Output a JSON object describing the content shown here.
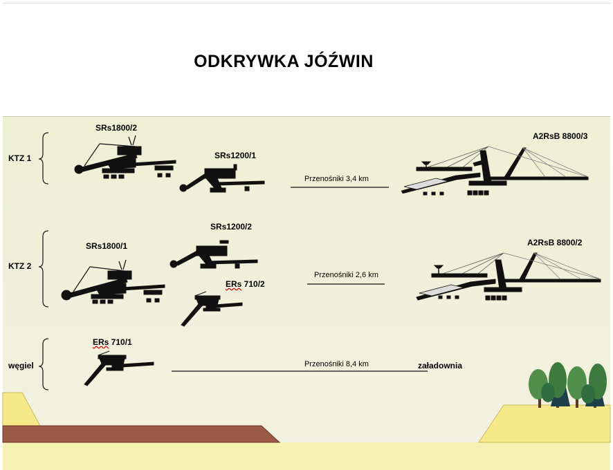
{
  "title": "ODKRYWKA JÓŹWIN",
  "groups": {
    "ktz1": "KTZ 1",
    "ktz2": "KTZ 2",
    "coal": "węgiel"
  },
  "machines": {
    "srs1800_2": "SRs1800/2",
    "srs1200_1": "SRs1200/1",
    "a2rsb_8800_3": "A2RsB 8800/3",
    "srs1200_2": "SRs1200/2",
    "srs1800_1": "SRs1800/1",
    "ers710_2_prefix": "ERs",
    "ers710_2_suffix": " 710/2",
    "a2rsb_8800_2": "A2RsB 8800/2",
    "ers710_1_prefix": "ERs",
    "ers710_1_suffix": " 710/1"
  },
  "conveyors": {
    "c1": "Przenośniki 3,4 km",
    "c2": "Przenośniki 2,6 km",
    "c3": "Przenośniki 8,4 km"
  },
  "loading_station": "załadownia",
  "colors": {
    "machine": "#111111",
    "soil": "#9b5a45",
    "sand": "#f5e98a",
    "forest": "#2f6f3f"
  }
}
